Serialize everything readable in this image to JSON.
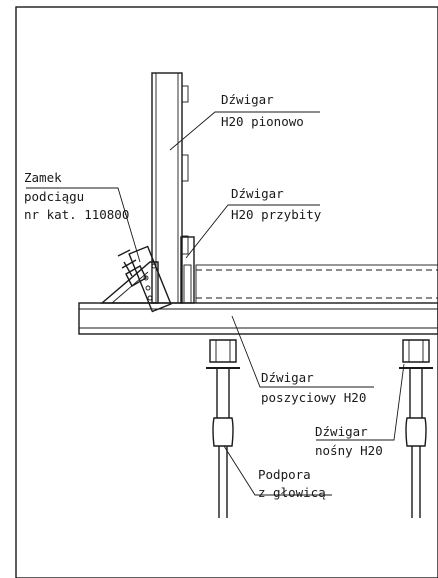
{
  "labels": {
    "vertical_beam": [
      "Dźwigar",
      "H20 pionowo"
    ],
    "nailed_beam": [
      "Dźwigar",
      "H20 przybity"
    ],
    "lock": [
      "Zamek",
      "podciągu",
      "nr kat. 110800"
    ],
    "sheathing_beam": [
      "Dźwigar",
      "poszyciowy H20"
    ],
    "bearing_beam": [
      "Dźwigar",
      "nośny H20"
    ],
    "prop": [
      "Podpora",
      "z głowicą"
    ]
  },
  "colors": {
    "line": "#1a1a1a",
    "background": "#ffffff"
  }
}
